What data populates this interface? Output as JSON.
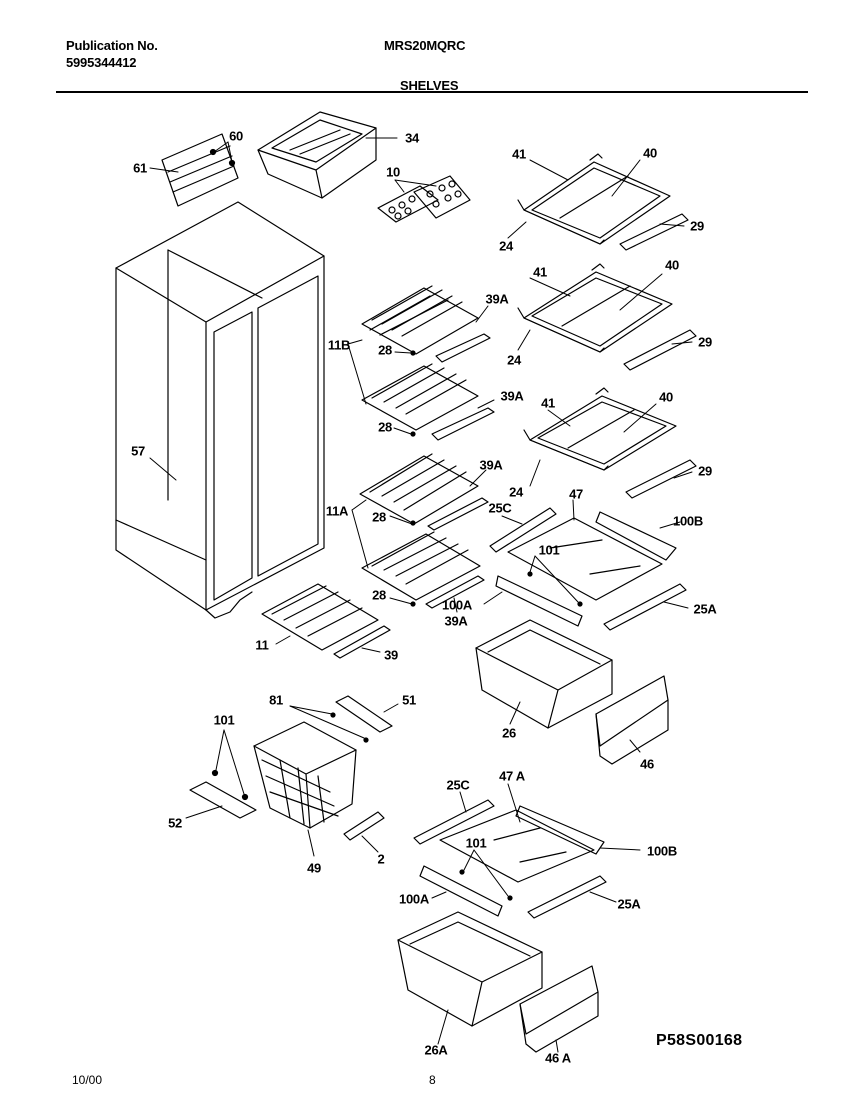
{
  "header": {
    "publication_label": "Publication No.",
    "publication_number": "5995344412",
    "model": "MRS20MQRC",
    "section": "SHELVES"
  },
  "footer": {
    "date": "10/00",
    "page": "8",
    "diagram_code": "P58S00168"
  },
  "callouts": {
    "c60": "60",
    "c61": "61",
    "c34": "34",
    "c10": "10",
    "c41a": "41",
    "c40a": "40",
    "c24a": "24",
    "c29a": "29",
    "c39a1": "39A",
    "c11b": "11B",
    "c28a": "28",
    "c41b": "41",
    "c40b": "40",
    "c24b": "24",
    "c29b": "29",
    "c39a2": "39A",
    "c28b": "28",
    "c41c": "41",
    "c40c": "40",
    "c24c": "24",
    "c29c": "29",
    "c57": "57",
    "c39a3": "39A",
    "c11a": "11A",
    "c28c": "28",
    "c47": "47",
    "c25c": "25C",
    "c100b": "100B",
    "c101a": "101",
    "c28d": "28",
    "c100a": "100A",
    "c39a4": "39A",
    "c25a": "25A",
    "c11": "11",
    "c39": "39",
    "c26": "26",
    "c46": "46",
    "c81": "81",
    "c51": "51",
    "c101b": "101",
    "c52": "52",
    "c49": "49",
    "c2": "2",
    "c25c2": "25C",
    "c47a": "47 A",
    "c100b2": "100B",
    "c101c": "101",
    "c100a2": "100A",
    "c25a2": "25A",
    "c26a": "26A",
    "c46a": "46 A"
  }
}
